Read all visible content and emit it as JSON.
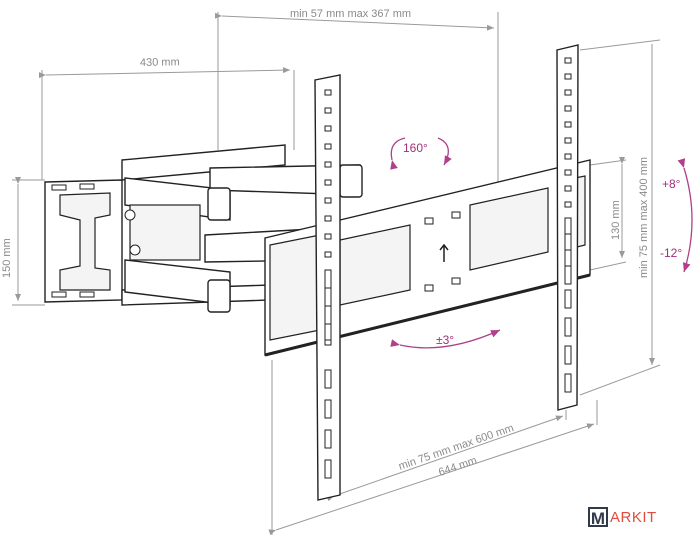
{
  "dimensions": {
    "arm_extension": "min 57 mm max 367 mm",
    "wall_plate_width": "430 mm",
    "wall_plate_height": "150 mm",
    "swivel": "160°",
    "rotation": "±3°",
    "bar_height": "130 mm",
    "vesa_vertical": "min 75 mm max 400 mm",
    "tilt_up": "+8°",
    "tilt_down": "-12°",
    "vesa_horizontal": "min 75 mm max 600 mm",
    "total_width": "644 mm"
  },
  "logo": {
    "text": "MARKIT",
    "initial": "M",
    "rest": "ARKIT"
  },
  "colors": {
    "angle": "#a0307a",
    "dimension": "#8a8a8a",
    "logo_red": "#e04b3c",
    "logo_dark": "#2f3b4c"
  }
}
